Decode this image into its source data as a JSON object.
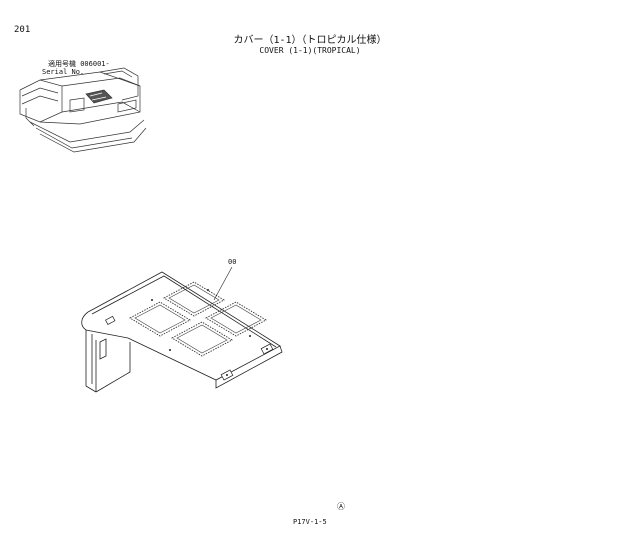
{
  "header": {
    "page_number": "201",
    "title_jp": "カバー（1-1）（トロピカル仕様）",
    "title_en": "COVER (1-1)(TROPICAL)",
    "serial_label_jp": "適用号機  006001-",
    "serial_label_en": "Serial No."
  },
  "diagram": {
    "callout_label": "00"
  },
  "footer": {
    "mark": "Ⓐ",
    "code": "P17V-1-5"
  }
}
